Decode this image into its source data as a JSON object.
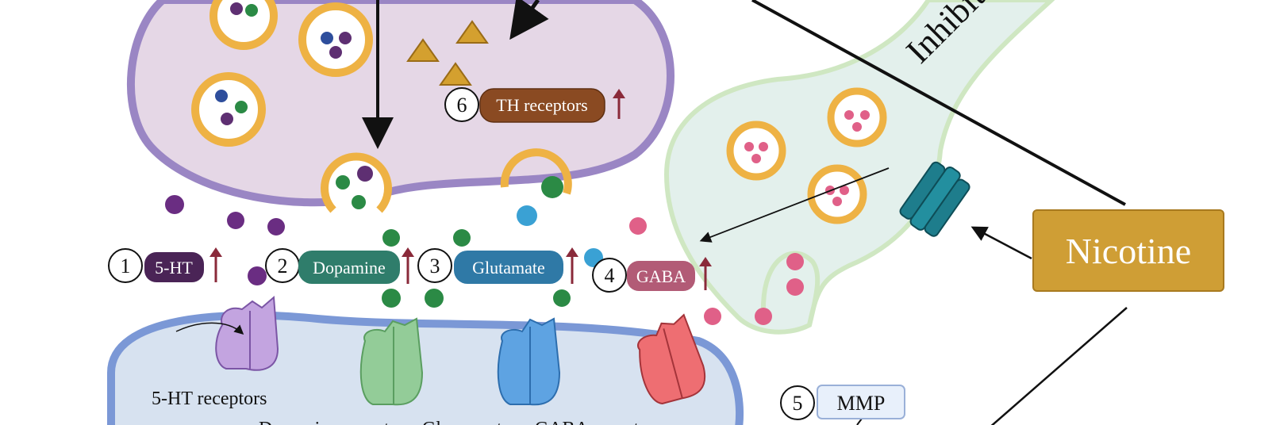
{
  "labels": {
    "five_ht": {
      "number": "1",
      "text": "5-HT"
    },
    "dopamine": {
      "number": "2",
      "text": "Dopamine"
    },
    "glutamate": {
      "number": "3",
      "text": "Glutamate"
    },
    "gaba": {
      "number": "4",
      "text": "GABA"
    },
    "mmp": {
      "number": "5",
      "text": "MMP"
    },
    "th_receptors": {
      "number": "6",
      "text": "TH receptors"
    }
  },
  "receptor_captions": {
    "five_ht": "5-HT receptors",
    "row2": "Dopamine receptors  Glu receptors  GABA receptors"
  },
  "nicotine": "Nicotine",
  "inhibitory_fragment": "Inhibit",
  "colors": {
    "five_ht": "#4a2456",
    "dopamine": "#2f7d6b",
    "glutamate": "#2f79a6",
    "gaba": "#b25b76",
    "th": "#8a4a22",
    "nicotine": "#cf9e35",
    "upper_neuron": "#e5d7e6",
    "upper_border": "#9a86c4",
    "lower_neuron": "#d7e2f0",
    "lower_border": "#7b98d6",
    "inhib_neuron": "#e3f0ec",
    "inhib_border": "#cfe7c2",
    "vesicle": "#eeb244",
    "up_arrow": "#8a2a3a"
  }
}
